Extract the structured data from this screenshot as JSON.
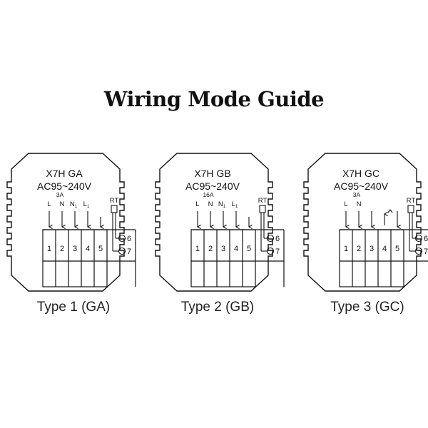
{
  "title": "Wiring Mode Guide",
  "colors": {
    "ink": "#111111",
    "background": "#ffffff"
  },
  "diagrams": [
    {
      "model": "X7H GA",
      "voltage": "AC95~240V",
      "rating": "3A",
      "caption": "Type 1 (GA)",
      "terminal_labels": [
        "L",
        "N",
        "N1",
        "L1",
        ""
      ],
      "terminal_numbers": [
        "1",
        "2",
        "3",
        "4",
        "5"
      ],
      "sensor_label": "RT",
      "sensor_terminals": [
        "6",
        "7"
      ]
    },
    {
      "model": "X7H GB",
      "voltage": "AC95~240V",
      "rating": "16A",
      "caption": "Type 2 (GB)",
      "terminal_labels": [
        "L",
        "N",
        "N1",
        "L1",
        ""
      ],
      "terminal_numbers": [
        "1",
        "2",
        "3",
        "4",
        "5"
      ],
      "sensor_label": "RT",
      "sensor_terminals": [
        "6",
        "7"
      ]
    },
    {
      "model": "X7H GC",
      "voltage": "AC95~240V",
      "rating": "3A",
      "caption": "Type 3 (GC)",
      "terminal_labels": [
        "L",
        "N",
        "",
        "",
        ""
      ],
      "terminal_numbers": [
        "1",
        "2",
        "3",
        "4",
        "5"
      ],
      "sensor_label": "RT",
      "sensor_terminals": [
        "6",
        "7"
      ]
    }
  ]
}
